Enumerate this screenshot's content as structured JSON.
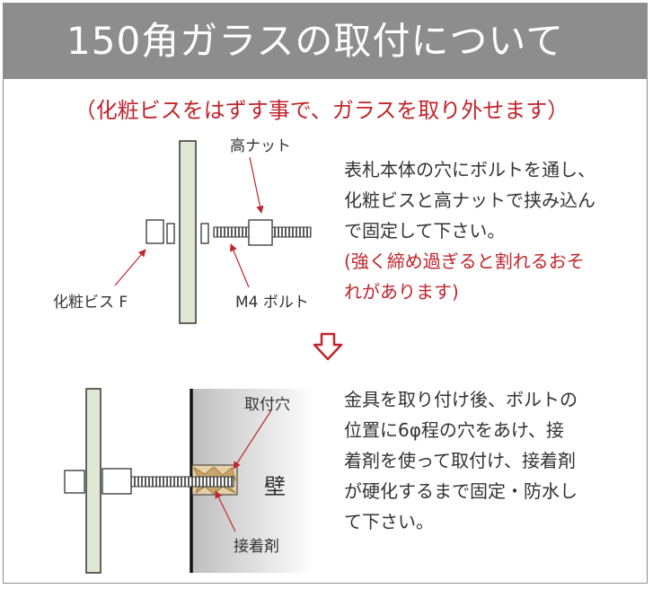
{
  "header": {
    "title": "150角ガラスの取付について"
  },
  "subtitle": "（化粧ビスをはずす事で、ガラスを取り外せます）",
  "step1": {
    "text_lines": [
      "表札本体の穴にボルトを通し、",
      "化粧ビスと高ナットで挟み込ん",
      "で固定して下さい。"
    ],
    "warning_lines": [
      "(強く締め過ぎると割れるおそ",
      "れがあります)"
    ],
    "labels": {
      "high_nut": "高ナット",
      "cosmetic_screw": "化粧ビス F",
      "m4_bolt": "M4 ボルト"
    }
  },
  "step2": {
    "text_lines": [
      "金具を取り付け後、ボルトの",
      "位置に6φ程の穴をあけ、接",
      "着剤を使って取付け、接着剤",
      "が硬化するまで固定・防水し",
      "て下さい。"
    ],
    "labels": {
      "mount_hole": "取付穴",
      "adhesive": "接着剤",
      "wall": "壁"
    }
  },
  "colors": {
    "header_bg": "#8d8d8d",
    "accent_red": "#c0252c",
    "glass_green": "#dfe8d2",
    "adhesive": "#e6d2a8"
  },
  "icons": {
    "down_arrow": "hollow-down-arrow-icon"
  }
}
